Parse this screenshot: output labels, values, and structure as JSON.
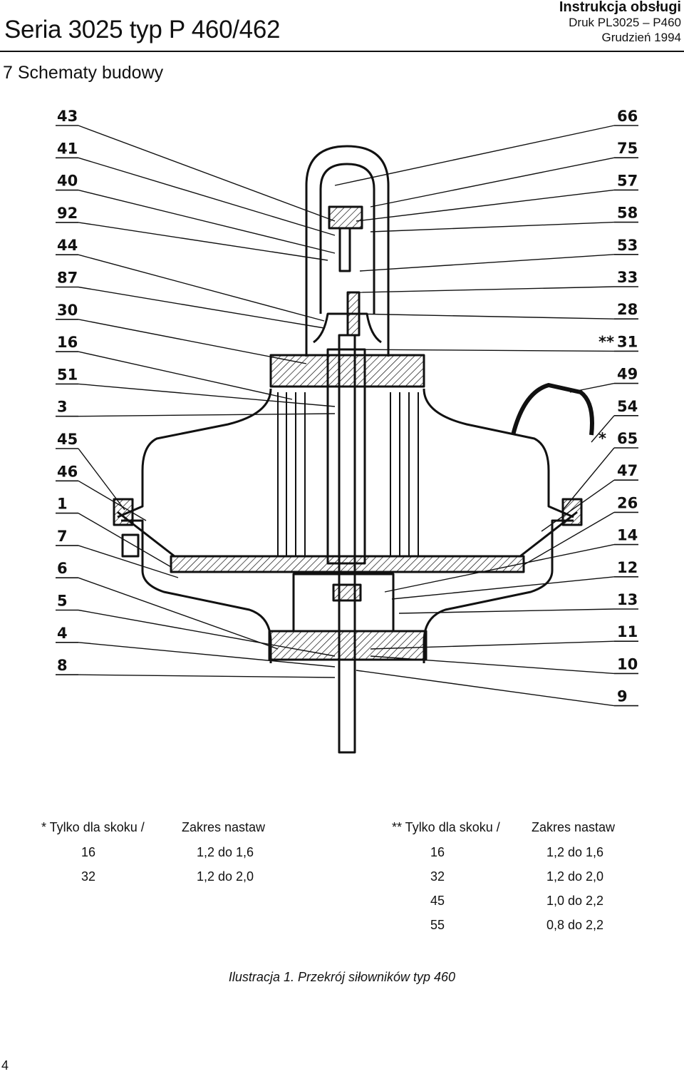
{
  "header": {
    "series_title": "Seria 3025 typ P 460/462",
    "doc_type": "Instrukcja obsługi",
    "print_code": "Druk PL3025 – P460",
    "date": "Grudzień 1994"
  },
  "section_title": "7 Schematy budowy",
  "drawing": {
    "left_labels": [
      "43",
      "41",
      "40",
      "92",
      "44",
      "87",
      "30",
      "16",
      "51",
      "3",
      "45",
      "46",
      "1",
      "7",
      "6",
      "5",
      "4",
      "8"
    ],
    "right_labels": [
      "66",
      "75",
      "57",
      "58",
      "53",
      "33",
      "28",
      "31",
      "49",
      "54",
      "65",
      "47",
      "26",
      "14",
      "12",
      "13",
      "11",
      "10",
      "9"
    ],
    "right_prefixes": {
      "31": "**",
      "65": "*"
    }
  },
  "table_left": {
    "header_col1": "* Tylko dla skoku   /",
    "header_col2": "Zakres nastaw",
    "rows": [
      {
        "stroke": "16",
        "range": "1,2 do 1,6"
      },
      {
        "stroke": "32",
        "range": "1,2 do 2,0"
      }
    ]
  },
  "table_right": {
    "header_col1": "** Tylko dla skoku   /",
    "header_col2": "Zakres nastaw",
    "rows": [
      {
        "stroke": "16",
        "range": "1,2 do 1,6"
      },
      {
        "stroke": "32",
        "range": "1,2 do 2,0"
      },
      {
        "stroke": "45",
        "range": "1,0 do 2,2"
      },
      {
        "stroke": "55",
        "range": "0,8 do 2,2"
      }
    ]
  },
  "caption": "Ilustracja 1. Przekrój siłowników typ 460",
  "page_number": "4"
}
